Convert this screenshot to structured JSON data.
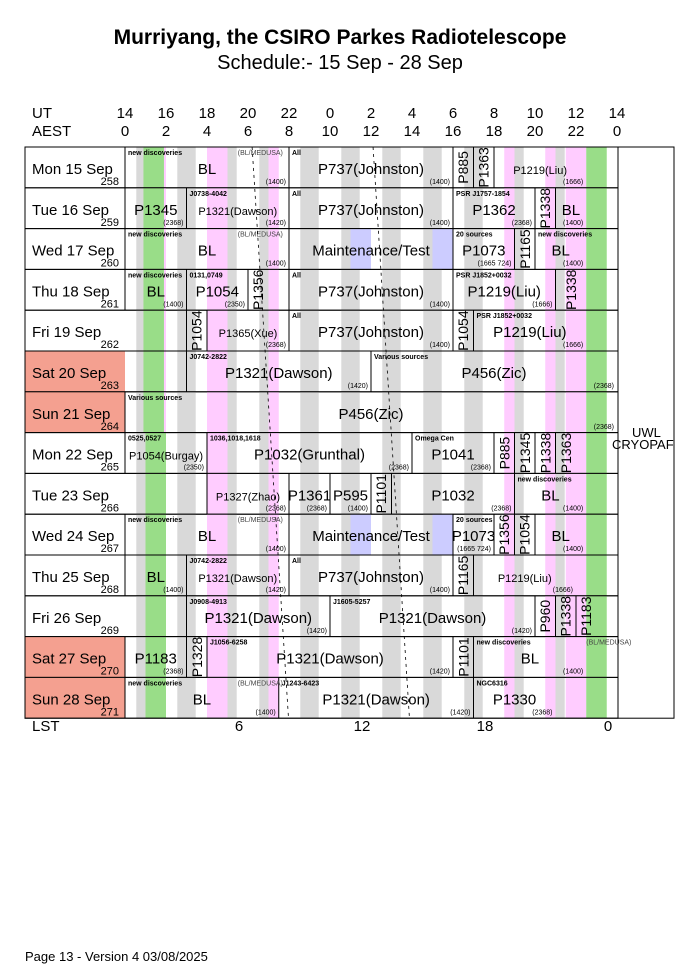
{
  "title": "Murriyang, the CSIRO Parkes Radiotelescope",
  "subtitle": "Schedule:- 15 Sep - 28 Sep",
  "axis": {
    "ut_label": "UT",
    "aest_label": "AEST",
    "lst_label": "LST",
    "ut_ticks": [
      "14",
      "16",
      "18",
      "20",
      "22",
      "0",
      "2",
      "4",
      "6",
      "8",
      "10",
      "12",
      "14"
    ],
    "aest_ticks": [
      "0",
      "2",
      "4",
      "6",
      "8",
      "10",
      "12",
      "14",
      "16",
      "18",
      "20",
      "22",
      "0"
    ],
    "lst_ticks": [
      "6",
      "12",
      "18",
      "0"
    ]
  },
  "colors": {
    "weekend": "#f4a090",
    "green": "#99dd88",
    "pink": "#ffccff",
    "grey": "#cccccc",
    "blue": "#ccccff"
  },
  "days": [
    {
      "label": "Mon  15 Sep",
      "doy": "258",
      "weekend": false,
      "blocks": [
        {
          "s": 0,
          "e": 8,
          "header": "new discoveries",
          "main": "BL",
          "note": "(1400)",
          "vertical": false,
          "size": "big"
        },
        {
          "s": 8,
          "e": 16,
          "header": "All",
          "main": "P737(Johnston)",
          "note": "(1400)",
          "vertical": false,
          "size": "big"
        },
        {
          "s": 16,
          "e": 17,
          "header": "",
          "main": "P885",
          "note": "",
          "vertical": true,
          "size": "big"
        },
        {
          "s": 17,
          "e": 18,
          "header": "",
          "main": "P1363",
          "note": "",
          "vertical": true,
          "size": "big"
        },
        {
          "s": 18,
          "e": 22.5,
          "header": "",
          "main": "P1219(Liu)",
          "note": "(1666)",
          "vertical": false,
          "size": "small"
        }
      ]
    },
    {
      "label": "Tue  16 Sep",
      "doy": "259",
      "weekend": false,
      "blocks": [
        {
          "s": 0,
          "e": 3,
          "header": "",
          "main": "P1345",
          "note": "(2368)",
          "vertical": false,
          "size": "big"
        },
        {
          "s": 3,
          "e": 8,
          "header": "J0738-4042",
          "main": "P1321(Dawson)",
          "note": "(1420)",
          "vertical": false,
          "size": "small"
        },
        {
          "s": 8,
          "e": 16,
          "header": "All",
          "main": "P737(Johnston)",
          "note": "(1400)",
          "vertical": false,
          "size": "big"
        },
        {
          "s": 16,
          "e": 20,
          "header": "PSR J1757-1854",
          "main": "P1362",
          "note": "(2368)",
          "vertical": false,
          "size": "big"
        },
        {
          "s": 20,
          "e": 21,
          "header": "",
          "main": "P1338",
          "note": "",
          "vertical": true,
          "size": "big"
        },
        {
          "s": 21,
          "e": 22.5,
          "header": "",
          "main": "BL",
          "note": "(1400)",
          "vertical": false,
          "size": "big"
        }
      ]
    },
    {
      "label": "Wed  17 Sep",
      "doy": "260",
      "weekend": false,
      "blocks": [
        {
          "s": 0,
          "e": 8,
          "header": "new discoveries",
          "main": "BL",
          "note": "(1400)",
          "vertical": false,
          "size": "big"
        },
        {
          "s": 8,
          "e": 16,
          "header": "",
          "main": "Maintenance/Test",
          "note": "",
          "vertical": false,
          "size": "big"
        },
        {
          "s": 16,
          "e": 19,
          "header": "20 sources",
          "main": "P1073",
          "note": "(1665 724)",
          "vertical": false,
          "size": "big"
        },
        {
          "s": 19,
          "e": 20,
          "header": "",
          "main": "P1165",
          "note": "",
          "vertical": true,
          "size": "big"
        },
        {
          "s": 20,
          "e": 22.5,
          "header": "new discoveries",
          "main": "BL",
          "note": "(1400)",
          "vertical": false,
          "size": "big"
        }
      ]
    },
    {
      "label": "Thu  18 Sep",
      "doy": "261",
      "weekend": false,
      "blocks": [
        {
          "s": 0,
          "e": 3,
          "header": "new discoveries",
          "main": "BL",
          "note": "(1400)",
          "vertical": false,
          "size": "big"
        },
        {
          "s": 3,
          "e": 6,
          "header": "0131,0749",
          "main": "P1054",
          "note": "(2350)",
          "vertical": false,
          "size": "big"
        },
        {
          "s": 6,
          "e": 7,
          "header": "",
          "main": "P1356",
          "note": "",
          "vertical": true,
          "size": "big"
        },
        {
          "s": 8,
          "e": 16,
          "header": "All",
          "main": "P737(Johnston)",
          "note": "(1400)",
          "vertical": false,
          "size": "big"
        },
        {
          "s": 16,
          "e": 21,
          "header": "PSR J1852+0032",
          "main": "P1219(Liu)",
          "note": "(1666)",
          "vertical": false,
          "size": "big"
        },
        {
          "s": 21,
          "e": 22.5,
          "header": "",
          "main": "P1338",
          "note": "",
          "vertical": true,
          "size": "big"
        }
      ]
    },
    {
      "label": "Fri   19 Sep",
      "doy": "262",
      "weekend": false,
      "blocks": [
        {
          "s": 3,
          "e": 4,
          "header": "",
          "main": "P1054",
          "note": "",
          "vertical": true,
          "size": "big"
        },
        {
          "s": 4,
          "e": 8,
          "header": "",
          "main": "P1365(Xue)",
          "note": "(2368)",
          "vertical": false,
          "size": "small"
        },
        {
          "s": 8,
          "e": 16,
          "header": "All",
          "main": "P737(Johnston)",
          "note": "(1400)",
          "vertical": false,
          "size": "big"
        },
        {
          "s": 16,
          "e": 17,
          "header": "",
          "main": "P1054",
          "note": "",
          "vertical": true,
          "size": "big"
        },
        {
          "s": 17,
          "e": 22.5,
          "header": "PSR J1852+0032",
          "main": "P1219(Liu)",
          "note": "(1666)",
          "vertical": false,
          "size": "big"
        }
      ]
    },
    {
      "label": "Sat   20 Sep",
      "doy": "263",
      "weekend": true,
      "blocks": [
        {
          "s": 3,
          "e": 12,
          "header": "J0742-2822",
          "main": "P1321(Dawson)",
          "note": "(1420)",
          "vertical": false,
          "size": "big"
        },
        {
          "s": 12,
          "e": 24,
          "header": "Various sources",
          "main": "P456(Zic)",
          "note": "(2368)",
          "vertical": false,
          "size": "big"
        }
      ]
    },
    {
      "label": "Sun   21 Sep",
      "doy": "264",
      "weekend": true,
      "blocks": [
        {
          "s": 0,
          "e": 24,
          "header": "Various sources",
          "main": "P456(Zic)",
          "note": "(2368)",
          "vertical": false,
          "size": "big"
        }
      ]
    },
    {
      "label": "Mon  22 Sep",
      "doy": "265",
      "weekend": false,
      "blocks": [
        {
          "s": 0,
          "e": 4,
          "header": "0525,0527",
          "main": "P1054(Burgay)",
          "note": "(2350)",
          "vertical": false,
          "size": "small"
        },
        {
          "s": 4,
          "e": 14,
          "header": "1036,1018,1618",
          "main": "P1032(Grunthal)",
          "note": "(2368)",
          "vertical": false,
          "size": "big"
        },
        {
          "s": 14,
          "e": 18,
          "header": "Omega Cen",
          "main": "P1041",
          "note": "(2368)",
          "vertical": false,
          "size": "big"
        },
        {
          "s": 18,
          "e": 19,
          "header": "",
          "main": "P885",
          "note": "",
          "vertical": true,
          "size": "big"
        },
        {
          "s": 19,
          "e": 20,
          "header": "",
          "main": "P1345",
          "note": "",
          "vertical": true,
          "size": "big"
        },
        {
          "s": 20,
          "e": 21,
          "header": "",
          "main": "P1338",
          "note": "",
          "vertical": true,
          "size": "big"
        },
        {
          "s": 21,
          "e": 22,
          "header": "",
          "main": "P1363",
          "note": "",
          "vertical": true,
          "size": "big"
        }
      ]
    },
    {
      "label": "Tue  23 Sep",
      "doy": "266",
      "weekend": false,
      "blocks": [
        {
          "s": 4,
          "e": 8,
          "header": "",
          "main": "P1327(Zhao)",
          "note": "(2368)",
          "vertical": false,
          "size": "small"
        },
        {
          "s": 8,
          "e": 10,
          "header": "",
          "main": "P1361",
          "note": "(2368)",
          "vertical": false,
          "size": "big"
        },
        {
          "s": 10,
          "e": 12,
          "header": "",
          "main": "P595",
          "note": "(1400)",
          "vertical": false,
          "size": "big"
        },
        {
          "s": 12,
          "e": 13,
          "header": "",
          "main": "P1101",
          "note": "",
          "vertical": true,
          "size": "big"
        },
        {
          "s": 13,
          "e": 19,
          "header": "",
          "main": "P1032",
          "note": "(2368)",
          "vertical": false,
          "size": "big"
        },
        {
          "s": 19,
          "e": 22.5,
          "header": "new discoveries",
          "main": "BL",
          "note": "(1400)",
          "vertical": false,
          "size": "big"
        }
      ]
    },
    {
      "label": "Wed  24 Sep",
      "doy": "267",
      "weekend": false,
      "blocks": [
        {
          "s": 0,
          "e": 8,
          "header": "new discoveries",
          "main": "BL",
          "note": "(1400)",
          "vertical": false,
          "size": "big"
        },
        {
          "s": 8,
          "e": 16,
          "header": "",
          "main": "Maintenance/Test",
          "note": "",
          "vertical": false,
          "size": "big"
        },
        {
          "s": 16,
          "e": 18,
          "header": "20 sources",
          "main": "P1073",
          "note": "(1665 724)",
          "vertical": false,
          "size": "big"
        },
        {
          "s": 18,
          "e": 19,
          "header": "",
          "main": "P1356",
          "note": "",
          "vertical": true,
          "size": "big"
        },
        {
          "s": 19,
          "e": 20,
          "header": "",
          "main": "P1054",
          "note": "",
          "vertical": true,
          "size": "big"
        },
        {
          "s": 20,
          "e": 22.5,
          "header": "",
          "main": "BL",
          "note": "(1400)",
          "vertical": false,
          "size": "big"
        }
      ]
    },
    {
      "label": "Thu  25 Sep",
      "doy": "268",
      "weekend": false,
      "blocks": [
        {
          "s": 0,
          "e": 3,
          "header": "",
          "main": "BL",
          "note": "(1400)",
          "vertical": false,
          "size": "big"
        },
        {
          "s": 3,
          "e": 8,
          "header": "J0742-2822",
          "main": "P1321(Dawson)",
          "note": "(1420)",
          "vertical": false,
          "size": "small"
        },
        {
          "s": 8,
          "e": 16,
          "header": "All",
          "main": "P737(Johnston)",
          "note": "(1400)",
          "vertical": false,
          "size": "big"
        },
        {
          "s": 16,
          "e": 17,
          "header": "",
          "main": "P1165",
          "note": "",
          "vertical": true,
          "size": "big"
        },
        {
          "s": 17,
          "e": 22,
          "header": "",
          "main": "P1219(Liu)",
          "note": "(1666)",
          "vertical": false,
          "size": "small"
        }
      ]
    },
    {
      "label": "Fri   26 Sep",
      "doy": "269",
      "weekend": false,
      "blocks": [
        {
          "s": 3,
          "e": 10,
          "header": "J0908-4913",
          "main": "P1321(Dawson)",
          "note": "(1420)",
          "vertical": false,
          "size": "big"
        },
        {
          "s": 10,
          "e": 20,
          "header": "J1605-5257",
          "main": "P1321(Dawson)",
          "note": "(1420)",
          "vertical": false,
          "size": "big"
        },
        {
          "s": 20,
          "e": 21,
          "header": "",
          "main": "P960",
          "note": "",
          "vertical": true,
          "size": "big"
        },
        {
          "s": 21,
          "e": 22,
          "header": "",
          "main": "P1338",
          "note": "",
          "vertical": true,
          "size": "big"
        },
        {
          "s": 22,
          "e": 23,
          "header": "",
          "main": "P1183",
          "note": "",
          "vertical": true,
          "size": "big"
        }
      ]
    },
    {
      "label": "Sat   27 Sep",
      "doy": "270",
      "weekend": true,
      "blocks": [
        {
          "s": 0,
          "e": 3,
          "header": "",
          "main": "P1183",
          "note": "(2368)",
          "vertical": false,
          "size": "big"
        },
        {
          "s": 3,
          "e": 4,
          "header": "",
          "main": "P1328",
          "note": "",
          "vertical": true,
          "size": "big"
        },
        {
          "s": 4,
          "e": 16,
          "header": "J1056-6258",
          "main": "P1321(Dawson)",
          "note": "(1420)",
          "vertical": false,
          "size": "big"
        },
        {
          "s": 16,
          "e": 17,
          "header": "",
          "main": "P1101",
          "note": "",
          "vertical": true,
          "size": "big"
        },
        {
          "s": 17,
          "e": 22.5,
          "header": "new discoveries",
          "main": "BL",
          "note": "(1400)",
          "vertical": false,
          "size": "big"
        }
      ]
    },
    {
      "label": "Sun   28 Sep",
      "doy": "271",
      "weekend": true,
      "blocks": [
        {
          "s": 0,
          "e": 7.5,
          "header": "new discoveries",
          "main": "BL",
          "note": "(1400)",
          "vertical": false,
          "size": "big"
        },
        {
          "s": 7.5,
          "e": 17,
          "header": "J1243-6423",
          "main": "P1321(Dawson)",
          "note": "(1420)",
          "vertical": false,
          "size": "big"
        },
        {
          "s": 17,
          "e": 21,
          "header": "NGC6316",
          "main": "P1330",
          "note": "(2368)",
          "vertical": false,
          "size": "big"
        }
      ]
    }
  ],
  "block_header_extra": [
    {
      "row": 0,
      "s": 3,
      "text": "(BL/MEDUSA)"
    },
    {
      "row": 2,
      "s": 3,
      "text": "(BL/MEDUSA)"
    },
    {
      "row": 9,
      "s": 3,
      "text": "(BL/MEDUSA)"
    },
    {
      "row": 12,
      "s": 20,
      "text": "(BL/MEDUSA)"
    },
    {
      "row": 13,
      "s": 3,
      "text": "(BL/MEDUSA)"
    }
  ],
  "side_note": [
    "UWL",
    "CRYOPAF"
  ],
  "footer": "Page 13 - Version 4  03/08/2025"
}
